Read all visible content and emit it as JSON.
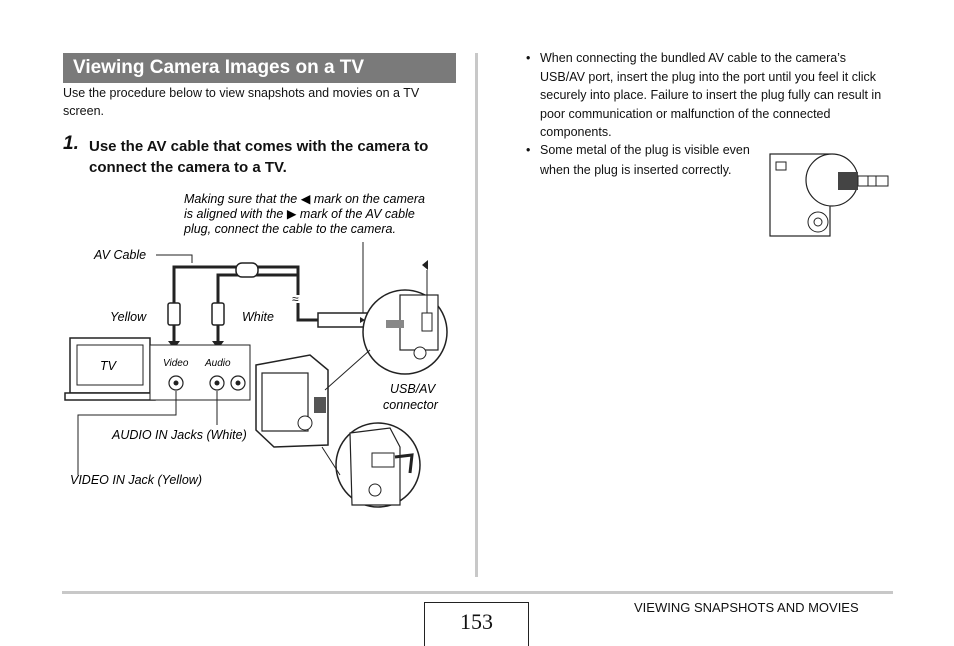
{
  "section": {
    "title": "Viewing Camera Images on a TV"
  },
  "intro": "Use the procedure below to view snapshots and movies on a TV screen.",
  "step": {
    "number": "1.",
    "text": "Use the AV cable that comes with the camera to connect the camera to a TV."
  },
  "diagram": {
    "caption_line1": "Making sure that the ◀ mark on the camera",
    "caption_line2": "is aligned with the ▶ mark of the AV cable",
    "caption_line3": "plug, connect the cable to the camera.",
    "av_cable": "AV Cable",
    "yellow": "Yellow",
    "white": "White",
    "tv": "TV",
    "video": "Video",
    "audio": "Audio",
    "usb_av_line1": "USB/AV",
    "usb_av_line2": "connector",
    "audio_in": "AUDIO IN Jacks (White)",
    "video_in": "VIDEO IN Jack (Yellow)"
  },
  "notes": {
    "bullet_1": "When connecting the bundled AV cable to the camera’s USB/AV port, insert the plug into the port until you feel it click securely into place. Failure to insert the plug fully can result in poor communication or malfunction of the connected components.",
    "bullet_2": "Some metal of the plug is visible even when the plug is inserted correctly."
  },
  "footer": {
    "page_number": "153",
    "chapter": "VIEWING SNAPSHOTS AND MOVIES"
  }
}
